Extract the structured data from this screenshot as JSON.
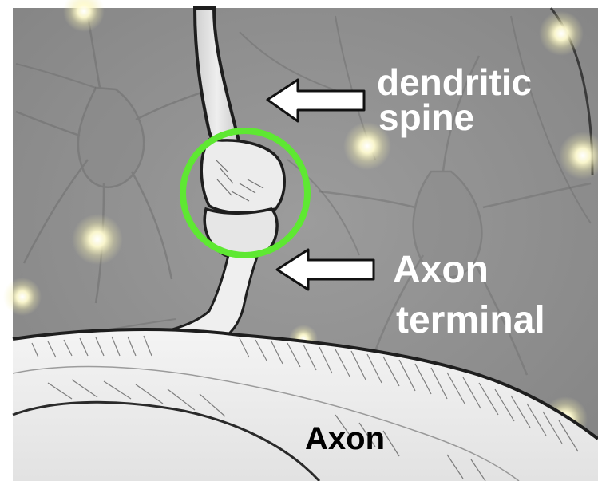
{
  "labels": {
    "dendritic_spine_line1": "dendritic",
    "dendritic_spine_line2": "spine",
    "axon_terminal_line1": "Axon",
    "axon_terminal_line2": "terminal",
    "axon": "Axon"
  },
  "colors": {
    "background": "#8f8f8f",
    "highlight_circle": "#5ee832",
    "arrow_fill": "#ffffff",
    "arrow_stroke": "#111111",
    "label_text": "#ffffff",
    "axon_label_text": "#000000",
    "glow": "#fffbd0"
  },
  "icons": {
    "arrow_to_spine": "left-arrow-icon",
    "arrow_to_terminal": "left-arrow-icon"
  }
}
